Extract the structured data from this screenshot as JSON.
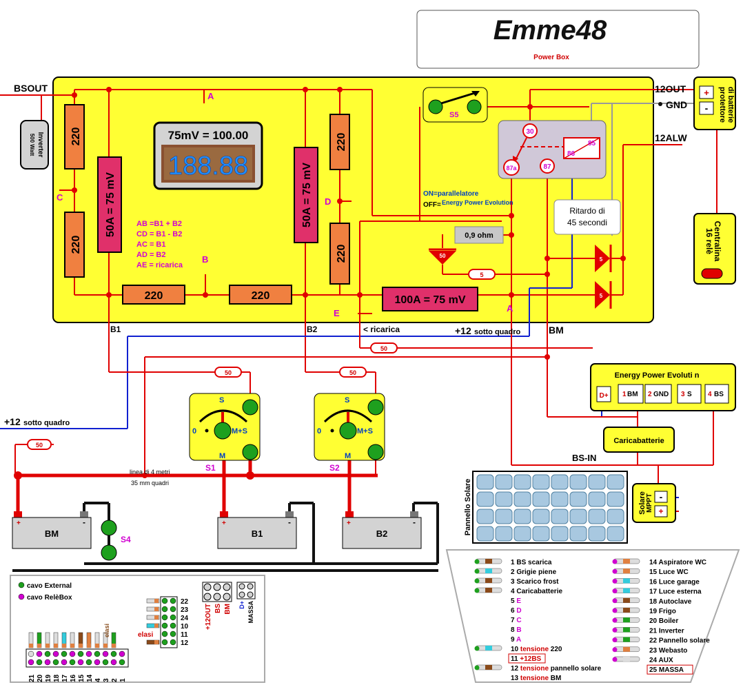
{
  "title": {
    "brand": "Emme48",
    "subtitle": "Power Box"
  },
  "terminals": {
    "bsout": "BSOUT",
    "out12": "12OUT",
    "gnd": "GND",
    "alw12": "12ALW"
  },
  "inverter": {
    "line1": "Inverter",
    "line2": "500 Watt"
  },
  "protector": {
    "line1": "protettore",
    "line2": "di batterie",
    "plus": "+",
    "minus": "-"
  },
  "centralina": {
    "line1": "Centralina",
    "line2": "16 relè"
  },
  "points": {
    "a": "A",
    "b": "B",
    "c": "C",
    "d": "D",
    "e": "E",
    "a2": "A"
  },
  "resistors": {
    "r220": "220"
  },
  "shunts": {
    "s1": "50A = 75 mV",
    "s2": "50A = 75 mV",
    "main": "100A = 75 mV"
  },
  "meter": {
    "header": "75mV = 100.00",
    "display": "188.88"
  },
  "legend_lines": [
    "AB =B1 + B2",
    "CD = B1 - B2",
    "AC = B1",
    "AD = B2",
    "AE = ricarica"
  ],
  "switch_s5": {
    "label": "S5",
    "on": "ON=parallelatore",
    "off_prefix": "OFF=",
    "off_text": "Energy Power Evolution"
  },
  "relay": {
    "p30": "30",
    "p87a": "87a",
    "p87": "87",
    "p86": "86",
    "p85": "85"
  },
  "ritardo": {
    "line1": "Ritardo di",
    "line2": "45 secondi"
  },
  "resistor_ohm": "0,9 ohm",
  "fuses": {
    "f5": "5",
    "f50": "50"
  },
  "diodes": {
    "d50": "50",
    "d5": "5"
  },
  "wire_labels": {
    "b1": "B1",
    "b2": "B2",
    "ricarica": "< ricarica",
    "plus12": "+12",
    "sotto": "sotto quadro",
    "bm": "BM",
    "bsin": "BS-IN"
  },
  "energy_box": {
    "title": "Energy Power Evoluti  n",
    "dplus": "D+",
    "t1_num": "1",
    "t1": "BM",
    "t2_num": "2",
    "t2": "GND",
    "t3_num": "3",
    "t3": "S",
    "t4_num": "4",
    "t4": "BS"
  },
  "caricabatterie": "Caricabatterie",
  "selectors": {
    "s1": "S1",
    "s2": "S2",
    "pos_s": "S",
    "pos_0": "0",
    "pos_ms": "M+S",
    "pos_m": "M"
  },
  "line_note": {
    "l1": "linea di 4 metri",
    "l2": "35 mm quadri"
  },
  "batteries": {
    "bm": "BM",
    "b1": "B1",
    "b2": "B2",
    "plus": "+",
    "minus": "-"
  },
  "s4": "S4",
  "solar": {
    "panel": "Pannello Solare",
    "mppt1": "Solare",
    "mppt2": "MPPT",
    "minus": "-",
    "plus": "+"
  },
  "connector_legend": {
    "external": "cavo External",
    "relebox": "cavo RelèBox"
  },
  "small_connector": {
    "rows": [
      "22",
      "23",
      "24",
      "10",
      "11",
      "12"
    ],
    "elasi": "elasi"
  },
  "big_connector": {
    "nums": [
      "21",
      "20",
      "19",
      "18",
      "17",
      "16",
      "15",
      "14",
      "4",
      "3",
      "2",
      "1"
    ],
    "elasi": "elasi"
  },
  "out_connector": {
    "labels": [
      "+12OUT",
      "BS",
      "BM"
    ]
  },
  "massa_connector": {
    "labels": [
      "D+",
      "MASSA"
    ]
  },
  "pins_left": [
    {
      "n": "1",
      "t": "BS scarica"
    },
    {
      "n": "2",
      "t": "Grigie piene"
    },
    {
      "n": "3",
      "t": "Scarico frost"
    },
    {
      "n": "4",
      "t": "Caricabatterie"
    },
    {
      "n": "5",
      "t": "E"
    },
    {
      "n": "6",
      "t": "D"
    },
    {
      "n": "7",
      "t": "C"
    },
    {
      "n": "8",
      "t": "B"
    },
    {
      "n": "9",
      "t": "A"
    },
    {
      "n": "10",
      "t": "tensione",
      "t2": " 220"
    },
    {
      "n": "11",
      "t": "+12BS"
    },
    {
      "n": "12",
      "t": "tensione",
      "t2": " pannello solare"
    },
    {
      "n": "13",
      "t": "tensione",
      "t2": " BM"
    }
  ],
  "pins_right": [
    {
      "n": "14",
      "t": "Aspiratore  WC"
    },
    {
      "n": "15",
      "t": "Luce WC"
    },
    {
      "n": "16",
      "t": "Luce garage"
    },
    {
      "n": "17",
      "t": "Luce esterna"
    },
    {
      "n": "18",
      "t": "Autoclave"
    },
    {
      "n": "19",
      "t": "Frigo"
    },
    {
      "n": "20",
      "t": "Boiler"
    },
    {
      "n": "21",
      "t": "Inverter"
    },
    {
      "n": "22",
      "t": "Pannello solare"
    },
    {
      "n": "23",
      "t": "Webasto"
    },
    {
      "n": "24",
      "t": "AUX"
    },
    {
      "n": "25",
      "t": "MASSA"
    }
  ]
}
